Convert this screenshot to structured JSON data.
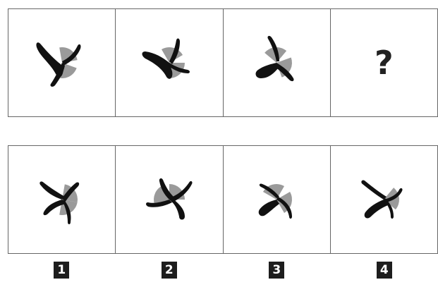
{
  "question_mark": "?",
  "options": [
    {
      "label": "1"
    },
    {
      "label": "2"
    },
    {
      "label": "3"
    },
    {
      "label": "4"
    }
  ],
  "colors": {
    "blade": "#111111",
    "disc": "#9a9a9a",
    "border": "#666666",
    "badge_bg": "#1d1d1d",
    "badge_text": "#ffffff"
  }
}
